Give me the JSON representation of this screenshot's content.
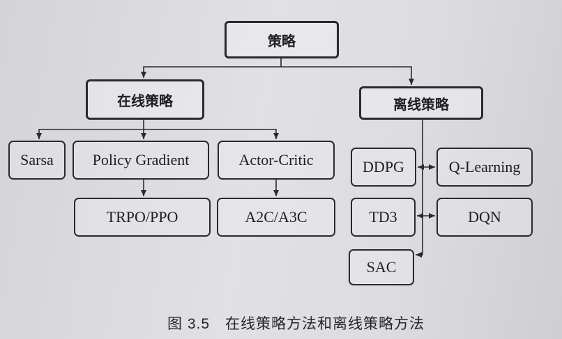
{
  "diagram": {
    "root": "策略",
    "branches": [
      {
        "label": "在线策略",
        "children": [
          "Sarsa",
          "Policy Gradient",
          "Actor-Critic"
        ],
        "grandchildren": [
          "TRPO/PPO",
          "A2C/A3C"
        ]
      },
      {
        "label": "离线策略",
        "children": [
          "DDPG",
          "Q-Learning",
          "TD3",
          "DQN",
          "SAC"
        ]
      }
    ]
  },
  "caption": {
    "figure_number": "图 3.5",
    "title": "在线策略方法和离线策略方法"
  }
}
